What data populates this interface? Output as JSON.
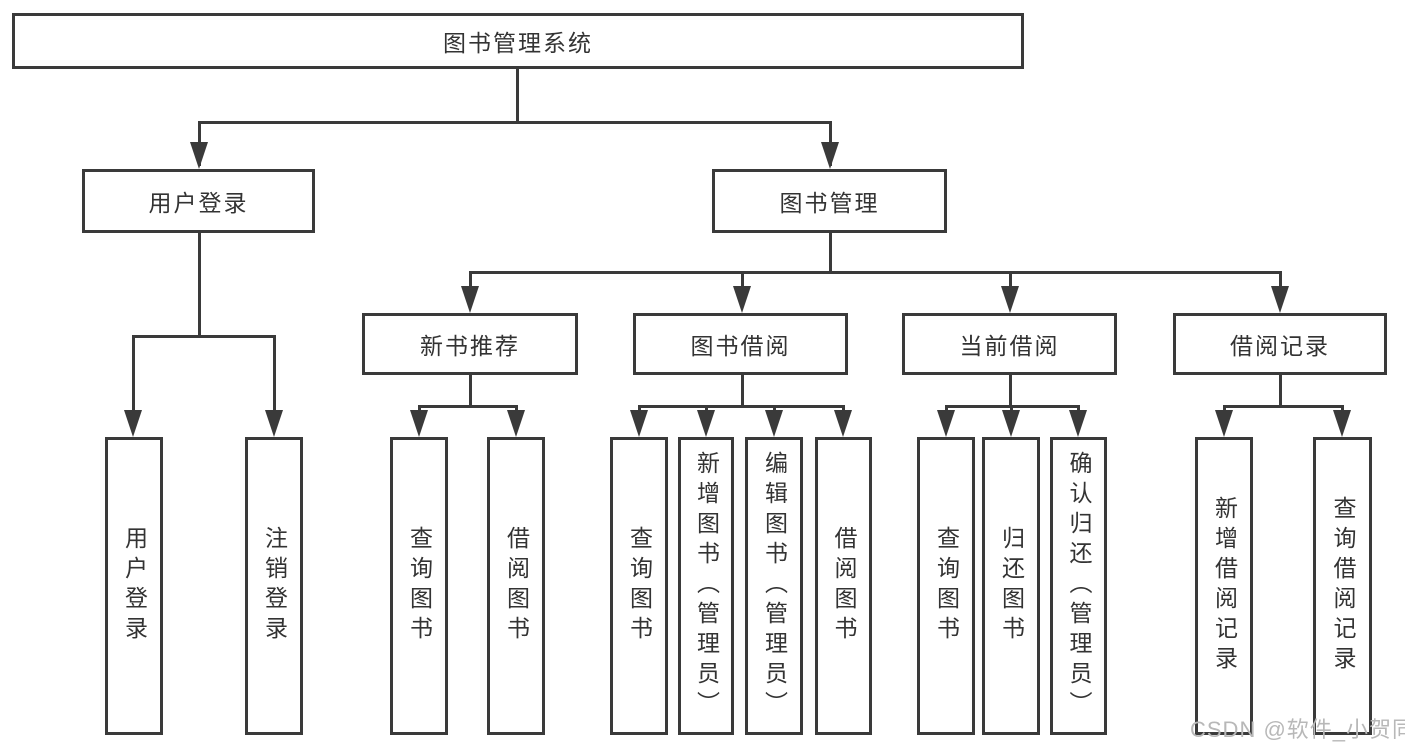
{
  "nodes": {
    "root": "图书管理系统",
    "user_login": "用户登录",
    "book_mgmt": "图书管理",
    "new_book": "新书推荐",
    "book_borrow": "图书借阅",
    "current_borrow": "当前借阅",
    "borrow_records": "借阅记录",
    "leaves": {
      "user_login": [
        "用户登录",
        "注销登录"
      ],
      "new_book": [
        "查询图书",
        "借阅图书"
      ],
      "book_borrow": [
        "查询图书",
        "新增图书（管理员）",
        "编辑图书（管理员）",
        "借阅图书"
      ],
      "current_borrow": [
        "查询图书",
        "归还图书",
        "确认归还（管理员）"
      ],
      "borrow_records": [
        "新增借阅记录",
        "查询借阅记录"
      ]
    }
  },
  "watermark": "CSDN @软件_小贺同学",
  "colors": {
    "line": "#3a3a3a",
    "text": "#333333",
    "watermark": "#b8b8b8",
    "background": "#ffffff"
  }
}
